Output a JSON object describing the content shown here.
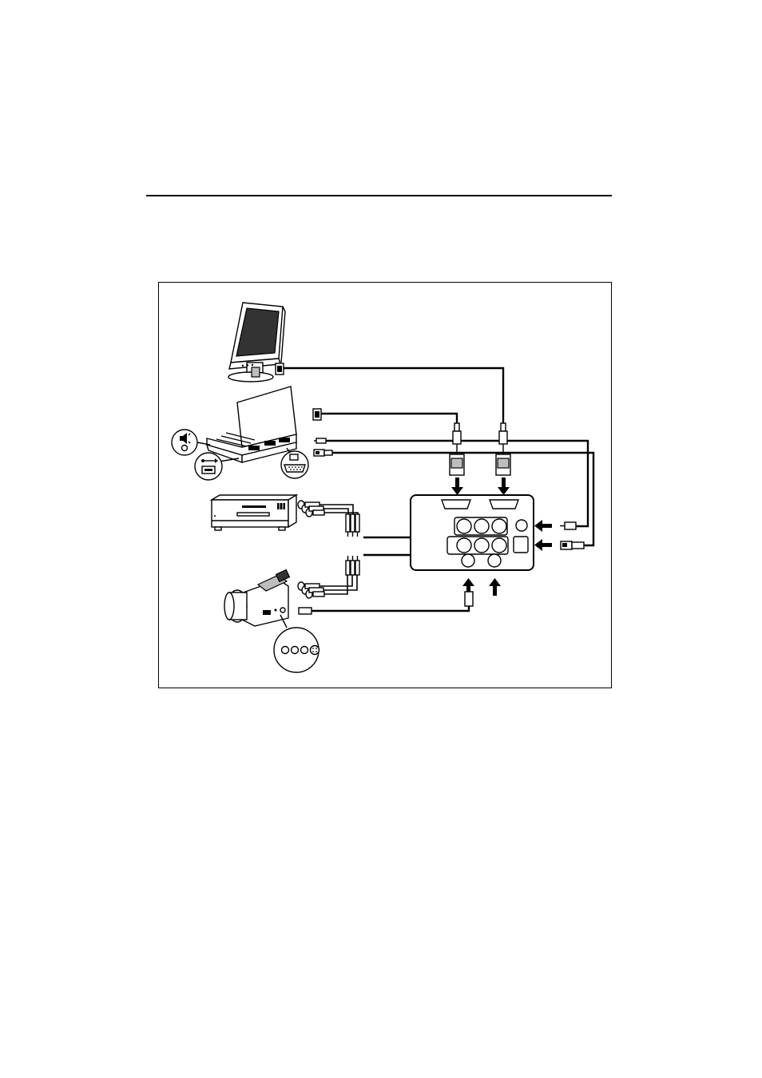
{
  "figure": {
    "devices": [
      {
        "id": "monitor",
        "icon": "lcd-monitor-icon"
      },
      {
        "id": "notebook",
        "icon": "notebook-computer-icon"
      },
      {
        "id": "dvd-player",
        "icon": "dvd-player-icon"
      },
      {
        "id": "camcorder",
        "icon": "camcorder-icon"
      },
      {
        "id": "projector-io-panel",
        "icon": "connector-panel-icon"
      }
    ],
    "callouts": [
      {
        "id": "audio-port",
        "icon": "speaker-icon"
      },
      {
        "id": "usb-port",
        "icon": "usb-icon"
      },
      {
        "id": "vga-port",
        "icon": "vga-port-icon"
      },
      {
        "id": "camcorder-av-ports",
        "icon": "av-jacks-icon"
      }
    ],
    "colors": {
      "line": "#000000",
      "fill_gray": "#bdbdbd",
      "background": "#ffffff"
    }
  }
}
